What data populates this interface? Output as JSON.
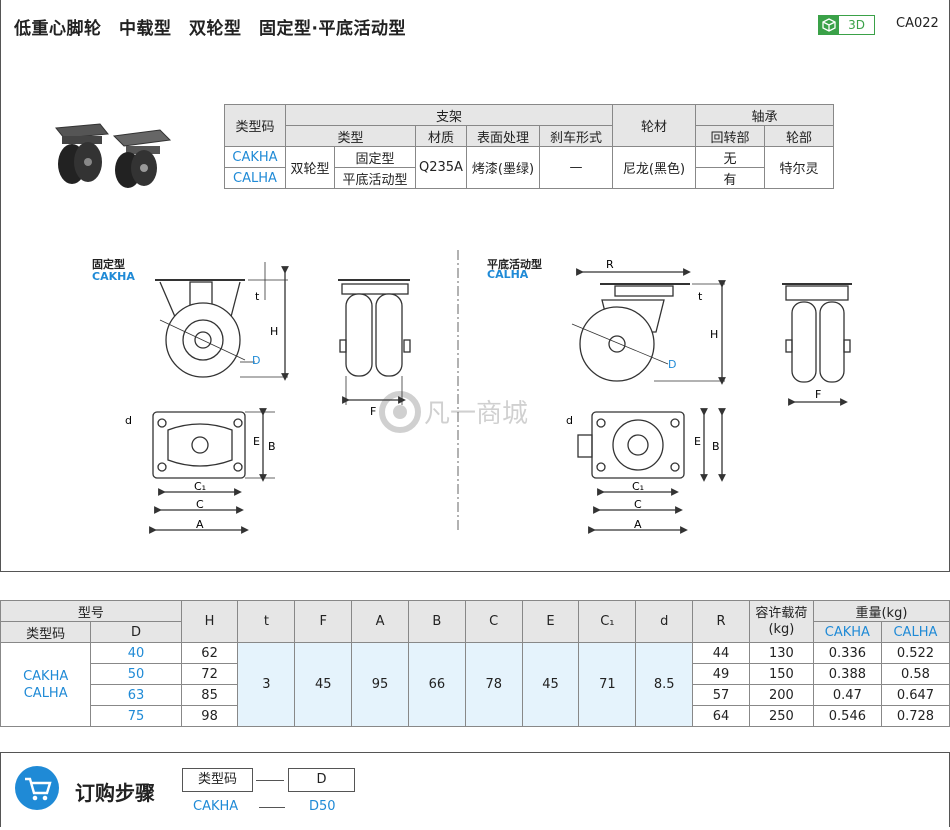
{
  "header": {
    "title": "低重心脚轮　中载型　双轮型　固定型·平底活动型",
    "badge_3d": "3D",
    "product_code": "CA022"
  },
  "spec_table": {
    "h_type_code": "类型码",
    "h_bracket": "支架",
    "h_wheel_material": "轮材",
    "h_bearing": "轴承",
    "h_type": "类型",
    "h_material": "材质",
    "h_surface": "表面处理",
    "h_brake": "刹车形式",
    "h_swivel": "回转部",
    "h_wheel_part": "轮部",
    "rows": [
      {
        "code": "CAKHA",
        "subtype": "固定型",
        "swivel": "无"
      },
      {
        "code": "CALHA",
        "subtype": "平底活动型",
        "swivel": "有"
      }
    ],
    "type": "双轮型",
    "material": "Q235A",
    "surface": "烤漆(墨绿)",
    "brake": "—",
    "wheel_material": "尼龙(黑色)",
    "wheel_part": "特尔灵"
  },
  "drawings": {
    "fixed_label": "固定型",
    "fixed_code": "CAKHA",
    "swivel_label": "平底活动型",
    "swivel_code": "CALHA",
    "dims": {
      "t": "t",
      "H": "H",
      "D": "D",
      "F": "F",
      "d": "d",
      "E": "E",
      "B": "B",
      "C1": "C₁",
      "C": "C",
      "A": "A",
      "R": "R"
    },
    "watermark": "凡一商城"
  },
  "dim_table": {
    "h_model": "型号",
    "h_type_code": "类型码",
    "h_D": "D",
    "h_H": "H",
    "h_t": "t",
    "h_F": "F",
    "h_A": "A",
    "h_B": "B",
    "h_C": "C",
    "h_E": "E",
    "h_C1": "C₁",
    "h_d": "d",
    "h_R": "R",
    "h_load": "容许载荷\n(kg)",
    "h_weight": "重量(kg)",
    "h_w1": "CAKHA",
    "h_w2": "CALHA",
    "codes": "CAKHA\nCALHA",
    "shared": {
      "t": "3",
      "F": "45",
      "A": "95",
      "B": "66",
      "C": "78",
      "E": "45",
      "C1": "71",
      "d": "8.5"
    },
    "rows": [
      {
        "D": "40",
        "H": "62",
        "R": "44",
        "load": "130",
        "w1": "0.336",
        "w2": "0.522"
      },
      {
        "D": "50",
        "H": "72",
        "R": "49",
        "load": "150",
        "w1": "0.388",
        "w2": "0.58"
      },
      {
        "D": "63",
        "H": "85",
        "R": "57",
        "load": "200",
        "w1": "0.47",
        "w2": "0.647"
      },
      {
        "D": "75",
        "H": "98",
        "R": "64",
        "load": "250",
        "w1": "0.546",
        "w2": "0.728"
      }
    ]
  },
  "order": {
    "title": "订购步骤",
    "box1": "类型码",
    "box2": "D",
    "ex1": "CAKHA",
    "ex2": "D50"
  }
}
